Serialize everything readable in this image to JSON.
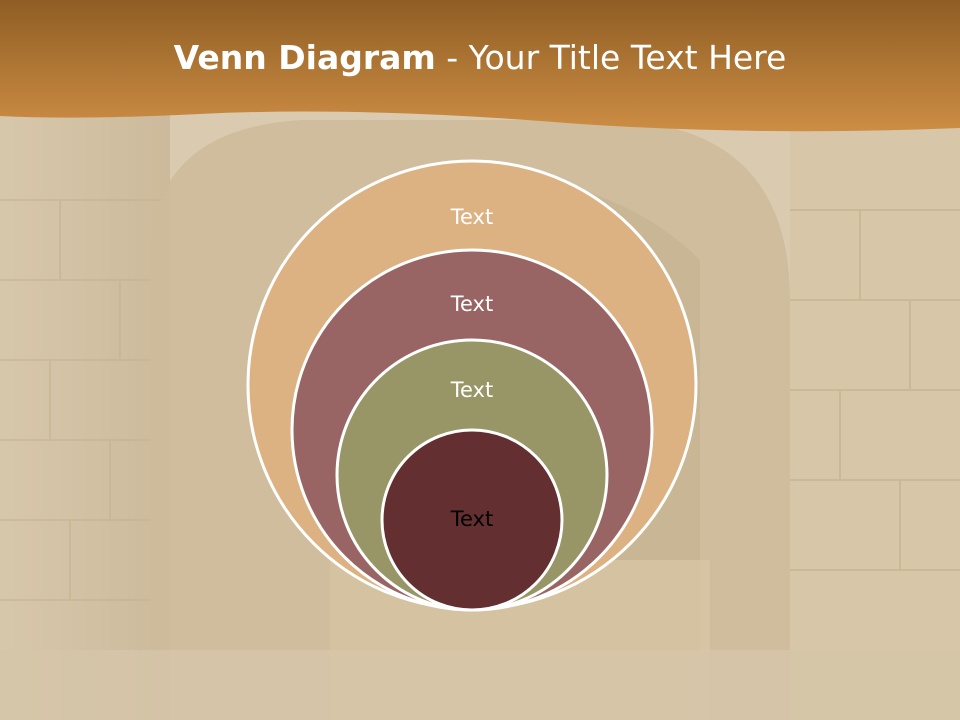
{
  "slide": {
    "title_bold": "Venn Diagram",
    "title_rest": " - Your Title Text Here"
  },
  "colors": {
    "header_dark": "#8f5e24",
    "header_light": "#cd8d44",
    "circle_outer": "#dcb282",
    "circle_second": "#986564",
    "circle_third": "#989666",
    "circle_inner": "#642f30",
    "outline": "#ffffff"
  },
  "diagram": {
    "circles": [
      {
        "label": "Text"
      },
      {
        "label": "Text"
      },
      {
        "label": "Text"
      },
      {
        "label": "Text"
      }
    ]
  }
}
